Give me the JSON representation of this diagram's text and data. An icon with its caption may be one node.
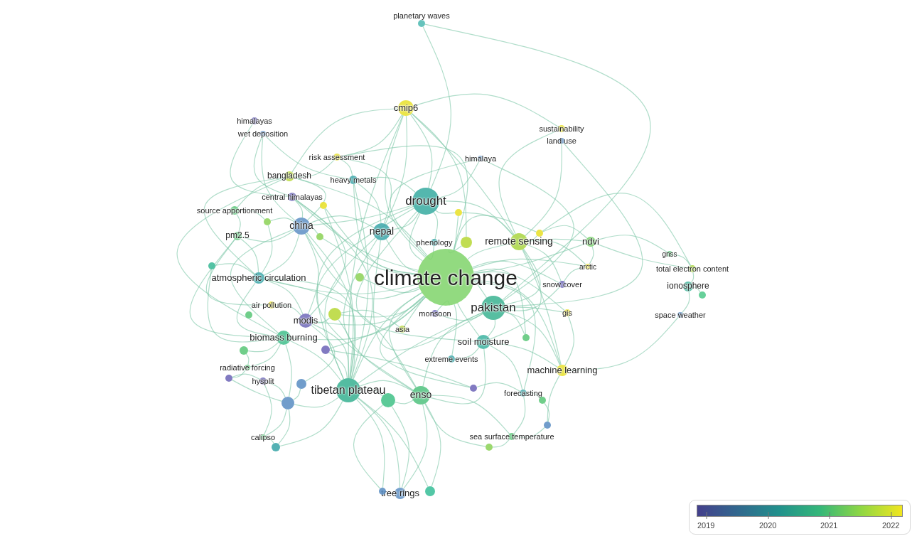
{
  "diagram": {
    "nodes": [
      {
        "text": [
          "planetary waves"
        ]
      },
      {
        "text": [
          "cmip6"
        ]
      },
      {
        "text": [
          "himalayas"
        ]
      },
      {
        "text": [
          "wet deposition"
        ]
      },
      {
        "text": [
          "sustainability"
        ]
      },
      {
        "text": [
          "land use"
        ]
      },
      {
        "text": [
          "risk assessment"
        ]
      },
      {
        "text": [
          "himalaya"
        ]
      },
      {
        "text": [
          "bangladesh"
        ]
      },
      {
        "text": [
          "heavy metals"
        ]
      },
      {
        "text": [
          "central himalayas"
        ]
      },
      {
        "text": [
          "drought"
        ]
      },
      {
        "text": [],
        "shape": "circle"
      },
      {
        "text": [],
        "shape": "circle"
      },
      {
        "text": [
          "source apportionment"
        ]
      },
      {
        "text": [],
        "shape": "circle"
      },
      {
        "text": [
          "china"
        ]
      },
      {
        "text": [
          "nepal"
        ]
      },
      {
        "text": [],
        "shape": "circle"
      },
      {
        "text": [],
        "shape": "circle"
      },
      {
        "text": [
          "pm2.5"
        ]
      },
      {
        "text": [
          "phenology"
        ]
      },
      {
        "text": [],
        "shape": "circle"
      },
      {
        "text": [
          "remote sensing"
        ]
      },
      {
        "text": [
          "ndvi"
        ]
      },
      {
        "text": [
          "climate change"
        ]
      },
      {
        "text": [
          "gnss"
        ]
      },
      {
        "text": [
          "arctic"
        ]
      },
      {
        "text": [],
        "shape": "circle"
      },
      {
        "text": [
          "atmospheric circulation"
        ]
      },
      {
        "text": [],
        "shape": "circle"
      },
      {
        "text": [
          "total electron content"
        ]
      },
      {
        "text": [
          "snow cover"
        ]
      },
      {
        "text": [
          "ionosphere"
        ]
      },
      {
        "text": [],
        "shape": "circle"
      },
      {
        "text": [],
        "shape": "circle"
      },
      {
        "text": [
          "air pollution"
        ]
      },
      {
        "text": [
          "pakistan"
        ]
      },
      {
        "text": [
          "monsoon"
        ]
      },
      {
        "text": [],
        "shape": "circle"
      },
      {
        "text": [
          "gis"
        ]
      },
      {
        "text": [
          "space weather"
        ]
      },
      {
        "text": [
          "modis"
        ]
      },
      {
        "text": [
          "asia"
        ]
      },
      {
        "text": [],
        "shape": "circle"
      },
      {
        "text": [
          "biomass burning"
        ]
      },
      {
        "text": [
          "soil moisture"
        ]
      },
      {
        "text": [],
        "shape": "circle"
      },
      {
        "text": [],
        "shape": "circle"
      },
      {
        "text": [
          "extreme events"
        ]
      },
      {
        "text": [
          "radiative forcing"
        ]
      },
      {
        "text": [
          "machine learning"
        ]
      },
      {
        "text": [],
        "shape": "circle"
      },
      {
        "text": [
          "hysplit"
        ]
      },
      {
        "text": [],
        "shape": "circle"
      },
      {
        "text": [
          "tibetan plateau"
        ]
      },
      {
        "text": [],
        "shape": "circle"
      },
      {
        "text": [
          "enso"
        ]
      },
      {
        "text": [],
        "shape": "circle"
      },
      {
        "text": [
          "forecasting"
        ]
      },
      {
        "text": [],
        "shape": "circle"
      },
      {
        "text": [],
        "shape": "circle"
      },
      {
        "text": [],
        "shape": "circle"
      },
      {
        "text": [
          "calipso"
        ]
      },
      {
        "text": [],
        "shape": "circle"
      },
      {
        "text": [
          "sea surface temperature"
        ]
      },
      {
        "text": [],
        "shape": "circle"
      },
      {
        "text": [
          "tree rings"
        ]
      },
      {
        "text": [],
        "shape": "circle"
      },
      {
        "text": [],
        "shape": "circle"
      }
    ],
    "edges": [
      {
        "from": 25,
        "to": 1,
        "arrow": "none"
      },
      {
        "from": 25,
        "to": 11,
        "arrow": "none"
      },
      {
        "from": 25,
        "to": 17,
        "arrow": "none"
      },
      {
        "from": 25,
        "to": 16,
        "arrow": "none"
      },
      {
        "from": 25,
        "to": 23,
        "arrow": "none"
      },
      {
        "from": 25,
        "to": 24,
        "arrow": "none"
      },
      {
        "from": 25,
        "to": 37,
        "arrow": "none"
      },
      {
        "from": 25,
        "to": 46,
        "arrow": "none"
      },
      {
        "from": 25,
        "to": 55,
        "arrow": "none"
      },
      {
        "from": 25,
        "to": 57,
        "arrow": "none"
      },
      {
        "from": 25,
        "to": 42,
        "arrow": "none"
      },
      {
        "from": 25,
        "to": 45,
        "arrow": "none"
      },
      {
        "from": 25,
        "to": 29,
        "arrow": "none"
      },
      {
        "from": 25,
        "to": 21,
        "arrow": "none"
      },
      {
        "from": 25,
        "to": 22,
        "arrow": "none"
      },
      {
        "from": 25,
        "to": 38,
        "arrow": "none"
      },
      {
        "from": 25,
        "to": 43,
        "arrow": "none"
      },
      {
        "from": 25,
        "to": 49,
        "arrow": "none"
      },
      {
        "from": 25,
        "to": 51,
        "arrow": "none"
      },
      {
        "from": 25,
        "to": 59,
        "arrow": "none"
      },
      {
        "from": 25,
        "to": 13,
        "arrow": "none"
      },
      {
        "from": 25,
        "to": 18,
        "arrow": "none"
      },
      {
        "from": 25,
        "to": 30,
        "arrow": "none"
      },
      {
        "from": 25,
        "to": 39,
        "arrow": "none"
      },
      {
        "from": 25,
        "to": 32,
        "arrow": "none"
      },
      {
        "from": 25,
        "to": 27,
        "arrow": "none"
      },
      {
        "from": 25,
        "to": 40,
        "arrow": "none"
      },
      {
        "from": 25,
        "to": 44,
        "arrow": "none"
      },
      {
        "from": 25,
        "to": 56,
        "arrow": "none"
      },
      {
        "from": 25,
        "to": 7,
        "arrow": "none"
      },
      {
        "from": 25,
        "to": 6,
        "arrow": "none"
      },
      {
        "from": 25,
        "to": 9,
        "arrow": "none"
      },
      {
        "from": 25,
        "to": 8,
        "arrow": "none"
      },
      {
        "from": 25,
        "to": 10,
        "arrow": "none"
      },
      {
        "from": 25,
        "to": 12,
        "arrow": "none"
      },
      {
        "from": 25,
        "to": 19,
        "arrow": "none"
      },
      {
        "from": 25,
        "to": 48,
        "arrow": "none"
      },
      {
        "from": 0,
        "to": 11,
        "arrow": "none"
      },
      {
        "from": 0,
        "to": 37,
        "arrow": "none"
      },
      {
        "from": 1,
        "to": 11,
        "arrow": "none"
      },
      {
        "from": 1,
        "to": 17,
        "arrow": "none"
      },
      {
        "from": 1,
        "to": 8,
        "arrow": "none"
      },
      {
        "from": 1,
        "to": 6,
        "arrow": "none"
      },
      {
        "from": 1,
        "to": 23,
        "arrow": "none"
      },
      {
        "from": 1,
        "to": 4,
        "arrow": "none"
      },
      {
        "from": 1,
        "to": 22,
        "arrow": "none"
      },
      {
        "from": 1,
        "to": 55,
        "arrow": "none"
      },
      {
        "from": 2,
        "to": 10,
        "arrow": "none"
      },
      {
        "from": 3,
        "to": 16,
        "arrow": "none"
      },
      {
        "from": 3,
        "to": 9,
        "arrow": "none"
      },
      {
        "from": 3,
        "to": 10,
        "arrow": "none"
      },
      {
        "from": 4,
        "to": 23,
        "arrow": "none"
      },
      {
        "from": 5,
        "to": 23,
        "arrow": "none"
      },
      {
        "from": 5,
        "to": 37,
        "arrow": "none"
      },
      {
        "from": 6,
        "to": 8,
        "arrow": "none"
      },
      {
        "from": 6,
        "to": 9,
        "arrow": "none"
      },
      {
        "from": 6,
        "to": 17,
        "arrow": "none"
      },
      {
        "from": 7,
        "to": 11,
        "arrow": "none"
      },
      {
        "from": 7,
        "to": 37,
        "arrow": "none"
      },
      {
        "from": 8,
        "to": 16,
        "arrow": "none"
      },
      {
        "from": 8,
        "to": 45,
        "arrow": "none"
      },
      {
        "from": 8,
        "to": 29,
        "arrow": "none"
      },
      {
        "from": 8,
        "to": 14,
        "arrow": "none"
      },
      {
        "from": 9,
        "to": 17,
        "arrow": "none"
      },
      {
        "from": 9,
        "to": 11,
        "arrow": "none"
      },
      {
        "from": 9,
        "to": 55,
        "arrow": "none"
      },
      {
        "from": 10,
        "to": 42,
        "arrow": "none"
      },
      {
        "from": 10,
        "to": 55,
        "arrow": "none"
      },
      {
        "from": 10,
        "to": 16,
        "arrow": "none"
      },
      {
        "from": 11,
        "to": 17,
        "arrow": "none"
      },
      {
        "from": 11,
        "to": 16,
        "arrow": "none"
      },
      {
        "from": 11,
        "to": 46,
        "arrow": "none"
      },
      {
        "from": 11,
        "to": 55,
        "arrow": "none"
      },
      {
        "from": 11,
        "to": 57,
        "arrow": "none"
      },
      {
        "from": 11,
        "to": 23,
        "arrow": "none"
      },
      {
        "from": 11,
        "to": 21,
        "arrow": "none"
      },
      {
        "from": 12,
        "to": 55,
        "arrow": "none"
      },
      {
        "from": 13,
        "to": 23,
        "arrow": "none"
      },
      {
        "from": 13,
        "to": 11,
        "arrow": "none"
      },
      {
        "from": 14,
        "to": 20,
        "arrow": "none"
      },
      {
        "from": 14,
        "to": 15,
        "arrow": "none"
      },
      {
        "from": 15,
        "to": 16,
        "arrow": "none"
      },
      {
        "from": 15,
        "to": 29,
        "arrow": "none"
      },
      {
        "from": 16,
        "to": 17,
        "arrow": "none"
      },
      {
        "from": 16,
        "to": 55,
        "arrow": "none"
      },
      {
        "from": 16,
        "to": 42,
        "arrow": "none"
      },
      {
        "from": 16,
        "to": 29,
        "arrow": "none"
      },
      {
        "from": 16,
        "to": 45,
        "arrow": "none"
      },
      {
        "from": 16,
        "to": 20,
        "arrow": "none"
      },
      {
        "from": 16,
        "to": 19,
        "arrow": "none"
      },
      {
        "from": 17,
        "to": 55,
        "arrow": "none"
      },
      {
        "from": 17,
        "to": 37,
        "arrow": "none"
      },
      {
        "from": 17,
        "to": 57,
        "arrow": "none"
      },
      {
        "from": 18,
        "to": 23,
        "arrow": "none"
      },
      {
        "from": 18,
        "to": 24,
        "arrow": "none"
      },
      {
        "from": 18,
        "to": 31,
        "arrow": "none"
      },
      {
        "from": 20,
        "to": 29,
        "arrow": "none"
      },
      {
        "from": 20,
        "to": 45,
        "arrow": "none"
      },
      {
        "from": 20,
        "to": 36,
        "arrow": "none"
      },
      {
        "from": 23,
        "to": 24,
        "arrow": "none"
      },
      {
        "from": 23,
        "to": 37,
        "arrow": "none"
      },
      {
        "from": 23,
        "to": 46,
        "arrow": "none"
      },
      {
        "from": 23,
        "to": 51,
        "arrow": "none"
      },
      {
        "from": 23,
        "to": 27,
        "arrow": "none"
      },
      {
        "from": 23,
        "to": 32,
        "arrow": "none"
      },
      {
        "from": 24,
        "to": 27,
        "arrow": "none"
      },
      {
        "from": 24,
        "to": 26,
        "arrow": "none"
      },
      {
        "from": 24,
        "to": 31,
        "arrow": "none"
      },
      {
        "from": 26,
        "to": 31,
        "arrow": "none"
      },
      {
        "from": 31,
        "to": 33,
        "arrow": "none"
      },
      {
        "from": 33,
        "to": 34,
        "arrow": "none"
      },
      {
        "from": 33,
        "to": 41,
        "arrow": "none"
      },
      {
        "from": 41,
        "to": 51,
        "arrow": "none"
      },
      {
        "from": 28,
        "to": 29,
        "arrow": "none"
      },
      {
        "from": 28,
        "to": 45,
        "arrow": "none"
      },
      {
        "from": 29,
        "to": 45,
        "arrow": "none"
      },
      {
        "from": 29,
        "to": 42,
        "arrow": "none"
      },
      {
        "from": 29,
        "to": 55,
        "arrow": "none"
      },
      {
        "from": 29,
        "to": 57,
        "arrow": "none"
      },
      {
        "from": 36,
        "to": 42,
        "arrow": "none"
      },
      {
        "from": 37,
        "to": 46,
        "arrow": "none"
      },
      {
        "from": 37,
        "to": 57,
        "arrow": "none"
      },
      {
        "from": 37,
        "to": 55,
        "arrow": "none"
      },
      {
        "from": 37,
        "to": 38,
        "arrow": "none"
      },
      {
        "from": 37,
        "to": 51,
        "arrow": "none"
      },
      {
        "from": 37,
        "to": 44,
        "arrow": "none"
      },
      {
        "from": 37,
        "to": 40,
        "arrow": "none"
      },
      {
        "from": 37,
        "to": 32,
        "arrow": "none"
      },
      {
        "from": 39,
        "to": 42,
        "arrow": "none"
      },
      {
        "from": 39,
        "to": 43,
        "arrow": "none"
      },
      {
        "from": 39,
        "to": 55,
        "arrow": "none"
      },
      {
        "from": 40,
        "to": 51,
        "arrow": "none"
      },
      {
        "from": 32,
        "to": 27,
        "arrow": "none"
      },
      {
        "from": 42,
        "to": 54,
        "arrow": "none"
      },
      {
        "from": 42,
        "to": 55,
        "arrow": "none"
      },
      {
        "from": 45,
        "to": 47,
        "arrow": "none"
      },
      {
        "from": 45,
        "to": 50,
        "arrow": "none"
      },
      {
        "from": 45,
        "to": 55,
        "arrow": "none"
      },
      {
        "from": 45,
        "to": 60,
        "arrow": "none"
      },
      {
        "from": 46,
        "to": 57,
        "arrow": "none"
      },
      {
        "from": 46,
        "to": 49,
        "arrow": "none"
      },
      {
        "from": 46,
        "to": 51,
        "arrow": "none"
      },
      {
        "from": 46,
        "to": 59,
        "arrow": "none"
      },
      {
        "from": 47,
        "to": 50,
        "arrow": "none"
      },
      {
        "from": 50,
        "to": 52,
        "arrow": "none"
      },
      {
        "from": 52,
        "to": 53,
        "arrow": "none"
      },
      {
        "from": 52,
        "to": 60,
        "arrow": "none"
      },
      {
        "from": 48,
        "to": 55,
        "arrow": "none"
      },
      {
        "from": 48,
        "to": 56,
        "arrow": "none"
      },
      {
        "from": 53,
        "to": 60,
        "arrow": "none"
      },
      {
        "from": 53,
        "to": 63,
        "arrow": "none"
      },
      {
        "from": 54,
        "to": 60,
        "arrow": "none"
      },
      {
        "from": 55,
        "to": 57,
        "arrow": "none"
      },
      {
        "from": 55,
        "to": 58,
        "arrow": "none"
      },
      {
        "from": 55,
        "to": 67,
        "arrow": "none"
      },
      {
        "from": 55,
        "to": 68,
        "arrow": "none"
      },
      {
        "from": 55,
        "to": 69,
        "arrow": "none"
      },
      {
        "from": 55,
        "to": 60,
        "arrow": "none"
      },
      {
        "from": 55,
        "to": 64,
        "arrow": "none"
      },
      {
        "from": 56,
        "to": 59,
        "arrow": "none"
      },
      {
        "from": 57,
        "to": 58,
        "arrow": "none"
      },
      {
        "from": 57,
        "to": 67,
        "arrow": "none"
      },
      {
        "from": 57,
        "to": 69,
        "arrow": "none"
      },
      {
        "from": 57,
        "to": 65,
        "arrow": "none"
      },
      {
        "from": 57,
        "to": 66,
        "arrow": "none"
      },
      {
        "from": 59,
        "to": 61,
        "arrow": "none"
      },
      {
        "from": 61,
        "to": 62,
        "arrow": "none"
      },
      {
        "from": 62,
        "to": 51,
        "arrow": "none"
      },
      {
        "from": 62,
        "to": 65,
        "arrow": "none"
      },
      {
        "from": 65,
        "to": 66,
        "arrow": "none"
      },
      {
        "from": 59,
        "to": 65,
        "arrow": "none"
      },
      {
        "from": 60,
        "to": 63,
        "arrow": "none"
      },
      {
        "from": 60,
        "to": 64,
        "arrow": "none"
      },
      {
        "from": 63,
        "to": 64,
        "arrow": "none"
      },
      {
        "from": 58,
        "to": 67,
        "arrow": "none"
      },
      {
        "from": 58,
        "to": 68,
        "arrow": "none"
      }
    ],
    "labels": [
      "2019",
      "2020",
      "2021",
      "2022"
    ]
  }
}
